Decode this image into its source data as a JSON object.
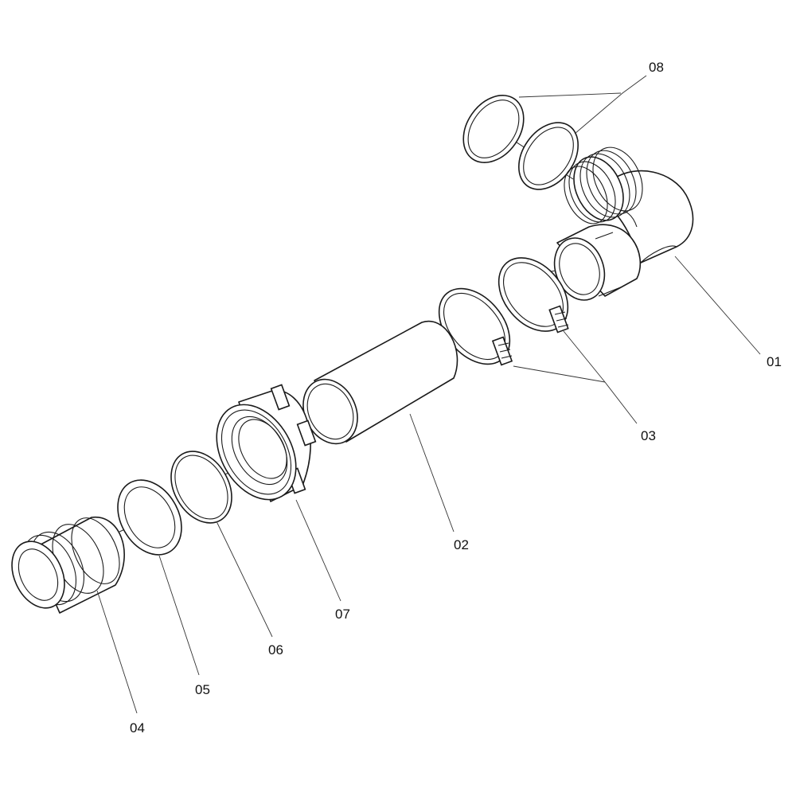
{
  "diagram": {
    "callouts": [
      {
        "id": "01",
        "label": "01"
      },
      {
        "id": "02",
        "label": "02"
      },
      {
        "id": "03",
        "label": "03"
      },
      {
        "id": "04",
        "label": "04"
      },
      {
        "id": "05",
        "label": "05"
      },
      {
        "id": "06",
        "label": "06"
      },
      {
        "id": "07",
        "label": "07"
      },
      {
        "id": "08",
        "label": "08"
      }
    ]
  }
}
